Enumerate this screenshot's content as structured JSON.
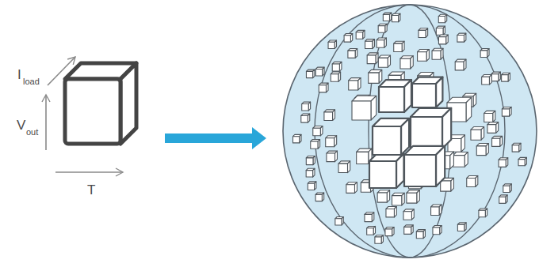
{
  "diagram": {
    "labels": [
      "I",
      "load",
      "V",
      "out",
      "T"
    ]
  }
}
